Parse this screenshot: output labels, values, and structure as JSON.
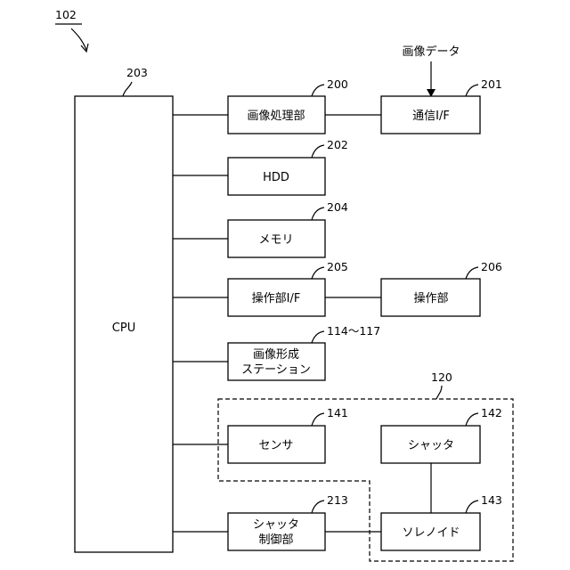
{
  "figure_ref": "102",
  "cpu": {
    "label": "CPU",
    "ref": "203"
  },
  "blocks": {
    "image_processing": {
      "label": "画像処理部",
      "ref": "200"
    },
    "comm_if": {
      "label": "通信I/F",
      "ref": "201"
    },
    "hdd": {
      "label": "HDD",
      "ref": "202"
    },
    "memory": {
      "label": "メモリ",
      "ref": "204"
    },
    "operation_if": {
      "label": "操作部I/F",
      "ref": "205"
    },
    "operation": {
      "label": "操作部",
      "ref": "206"
    },
    "image_forming": {
      "label_line1": "画像形成",
      "label_line2": "ステーション",
      "ref": "114～117"
    },
    "sensor": {
      "label": "センサ",
      "ref": "141"
    },
    "shutter": {
      "label": "シャッタ",
      "ref": "142"
    },
    "solenoid": {
      "label": "ソレノイド",
      "ref": "143"
    },
    "shutter_control": {
      "label_line1": "シャッタ",
      "label_line2": "制御部",
      "ref": "213"
    }
  },
  "group_ref": "120",
  "input_label": "画像データ"
}
